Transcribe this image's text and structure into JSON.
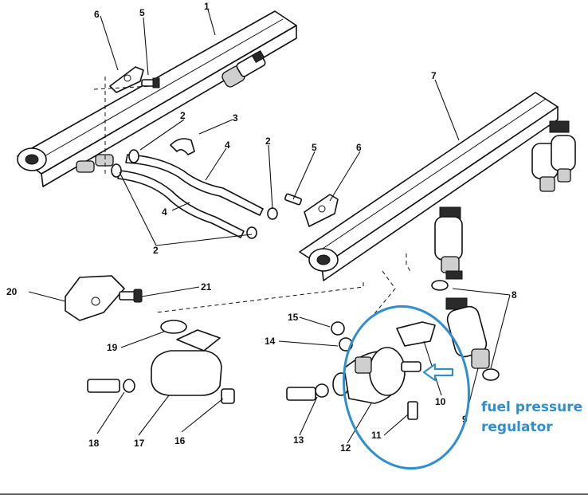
{
  "labels": {
    "l1": "1",
    "l2a": "2",
    "l2b": "2",
    "l2c": "2",
    "l3": "3",
    "l4a": "4",
    "l4b": "4",
    "l5a": "5",
    "l5b": "5",
    "l6a": "6",
    "l6b": "6",
    "l7": "7",
    "l8": "8",
    "l9": "9",
    "l10": "10",
    "l11": "11",
    "l12": "12",
    "l13": "13",
    "l14": "14",
    "l15": "15",
    "l16": "16",
    "l17": "17",
    "l18": "18",
    "l19": "19",
    "l20": "20",
    "l21": "21"
  },
  "callout": {
    "line1": "fuel pressure",
    "line2": "regulator",
    "color": "#2f8fcc"
  }
}
